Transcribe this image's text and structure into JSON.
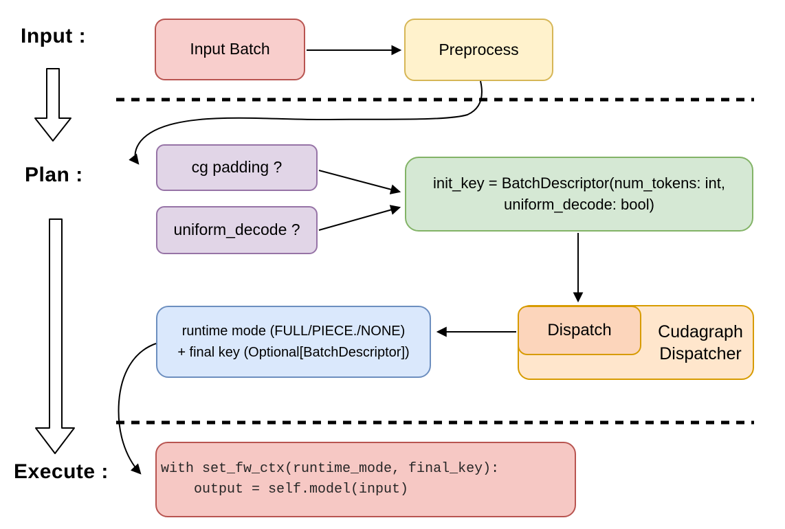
{
  "diagram": {
    "stages": {
      "input": {
        "label": "Input :"
      },
      "plan": {
        "label": "Plan :"
      },
      "execute": {
        "label": "Execute :"
      }
    },
    "nodes": {
      "input_batch": {
        "label": "Input Batch"
      },
      "preprocess": {
        "label": "Preprocess"
      },
      "cg_padding": {
        "label": "cg padding ?"
      },
      "uniform_decode": {
        "label": "uniform_decode ?"
      },
      "init_key": {
        "line1": "init_key = BatchDescriptor(num_tokens: int,",
        "line2": "uniform_decode: bool)"
      },
      "runtime_mode": {
        "line1": "runtime mode (FULL/PIECE./NONE)",
        "line2": "+ final key (Optional[BatchDescriptor])"
      },
      "dispatch": {
        "label": "Dispatch"
      },
      "cudagraph_dispatcher": {
        "label": "Cudagraph Dispatcher"
      },
      "execute_code": {
        "line1": "with set_fw_ctx(runtime_mode, final_key):",
        "line2": "    output = self.model(input)"
      }
    },
    "palette": {
      "red_fill": "#f8cecc",
      "red_stroke": "#b85450",
      "yellow_fill": "#fff2cc",
      "yellow_stroke": "#d6b656",
      "purple_fill": "#e1d5e7",
      "purple_stroke": "#9673a6",
      "green_fill": "#d5e8d4",
      "green_stroke": "#82b366",
      "blue_fill": "#dae8fc",
      "blue_stroke": "#6c8ebf",
      "orange_outer_fill": "#ffe6cc",
      "orange_inner_fill": "#fcd5bb",
      "orange_stroke": "#d79b00",
      "arrow_color": "#000000"
    }
  }
}
